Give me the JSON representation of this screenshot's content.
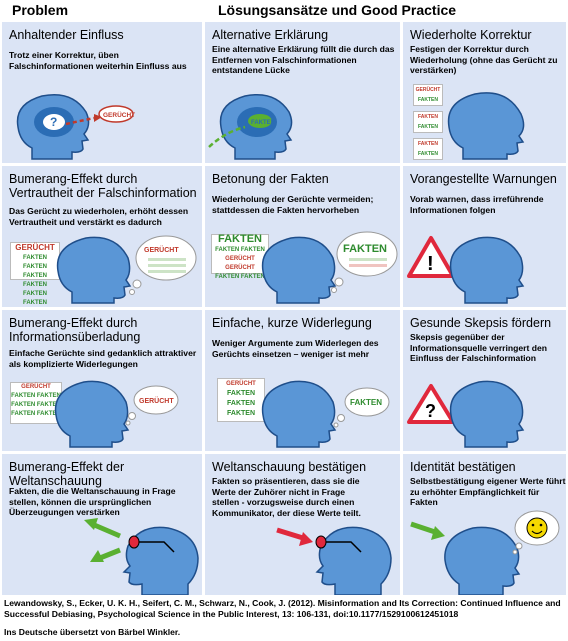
{
  "headers": {
    "problem": "Problem",
    "solutions": "Lösungsansätze und Good Practice"
  },
  "cells": [
    {
      "title": "Anhaltender Einfluss",
      "desc": "Trotz einer Korrektur, üben Falschinformationen weiterhin Einfluss  aus"
    },
    {
      "title": "Alternative Erklärung",
      "desc": "Eine alternative Erklärung füllt die durch das Entfernen von Falschinformationen entstandene Lücke"
    },
    {
      "title": "Wiederholte Korrektur",
      "desc": "Festigen der Korrektur durch Wiederholung (ohne das Gerücht zu verstärken)"
    },
    {
      "title": "Bumerang-Effekt durch Vertrautheit der Falschinformation",
      "desc": "Das Gerücht zu wiederholen, erhöht dessen Vertrautheit und verstärkt es dadurch"
    },
    {
      "title": "Betonung der Fakten",
      "desc": "Wiederholung der Gerüchte vermeiden; stattdessen die Fakten hervorheben"
    },
    {
      "title": "Vorangestellte Warnungen",
      "desc": "Vorab warnen, dass irreführende Informationen folgen"
    },
    {
      "title": "Bumerang-Effekt durch Informationsüberladung",
      "desc": "Einfache Gerüchte sind gedanklich attraktiver als komplizierte Widerlegungen"
    },
    {
      "title": "Einfache, kurze Widerlegung",
      "desc": "Weniger Argumente zum Widerlegen des Gerüchts einsetzen – weniger ist mehr"
    },
    {
      "title": "Gesunde Skepsis fördern",
      "desc": "Skepsis gegenüber der Informationsquelle verringert den Einfluss der Falschinformation"
    },
    {
      "title": "Bumerang-Effekt der Weltanschauung",
      "desc": "Fakten, die die Weltanschauung in Frage stellen, können die ursprünglichen Überzeugungen verstärken"
    },
    {
      "title": "Weltanschauung bestätigen",
      "desc": "Fakten so präsentieren, dass sie  die Werte der Zuhörer nicht in Frage stellen - vorzugsweise durch einen Kommunikator, der diese Werte teilt."
    },
    {
      "title": "Identität bestätigen",
      "desc": "Selbstbestätigung eigener Werte führt zu erhöhter Empfänglichkeit für Fakten"
    }
  ],
  "labels": {
    "geruecht": "GERÜCHT",
    "fakten": "FAKTEN",
    "fakten_fakten": "FAKTEN FAKTEN",
    "geruecht_fakten": "GERÜCHT GERÜCHT FAKTEN FAKTEN",
    "question": "?",
    "exclaim": "!",
    "fakten_lines": [
      "FAKTEN FAKTEN",
      "FAKTEN FAKTEN",
      "FAKTEN FAKTEN"
    ],
    "fakten_lines2": [
      "FAKTEN FAKTEN",
      "GERÜCHT GERÜCHT",
      "FAKTEN FAKTEN"
    ]
  },
  "citation": "Lewandowsky, S., Ecker, U. K. H., Seifert, C. M., Schwarz, N., Cook, J. (2012). Misinformation and Its Correction: Continued Influence and Successful Debiasing, Psychological Science in the Public Interest, 13: 106-131, doi:10.1177/1529100612451018",
  "translation": "Ins Deutsche übersetzt von Bärbel Winkler.",
  "colors": {
    "cell_bg": "#dbe4f5",
    "head": "#5a96d6",
    "head_stroke": "#1f4e8a",
    "brain": "#2b6db5",
    "rumor": "#c0392b",
    "fact": "#2e8b2e",
    "arrow_green": "#5ab031",
    "arrow_red": "#e0283c"
  }
}
